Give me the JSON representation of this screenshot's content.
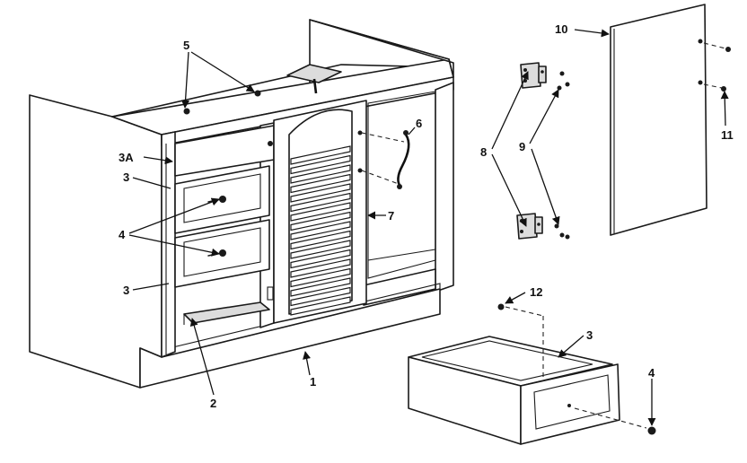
{
  "callouts": {
    "c1": "1",
    "c2": "2",
    "c3a": "3A",
    "c3_top": "3",
    "c3_low": "3",
    "c3_drawer": "3",
    "c4_left": "4",
    "c4_right": "4",
    "c5": "5",
    "c6": "6",
    "c7": "7",
    "c8": "8",
    "c9": "9",
    "c10": "10",
    "c11": "11",
    "c12": "12"
  }
}
